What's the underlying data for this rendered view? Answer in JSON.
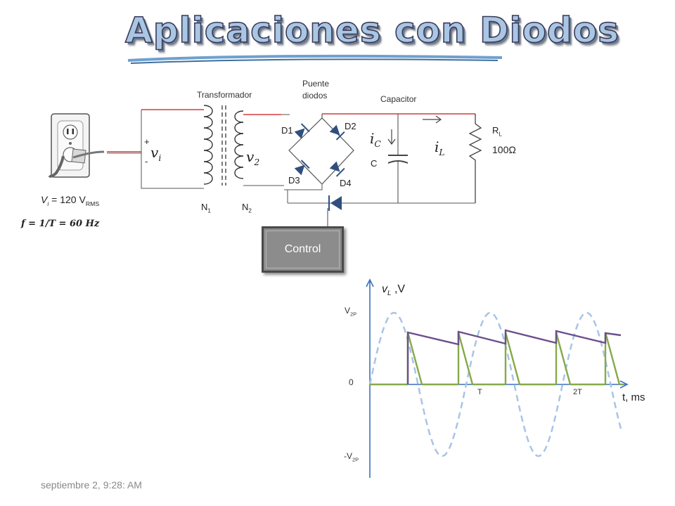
{
  "title": "Aplicaciones con Diodos",
  "circuit": {
    "transformer_label": "Transformador",
    "bridge_label_line1": "Puente",
    "bridge_label_line2": "diodos",
    "capacitor_label": "Capacitor",
    "plus": "+",
    "minus": "-",
    "vi": "v",
    "vi_sub": "i",
    "v2": "v",
    "v2_sub": "2",
    "n1": "N",
    "n1_sub": "1",
    "n2": "N",
    "n2_sub": "2",
    "d1": "D1",
    "d2": "D2",
    "d3": "D3",
    "d4": "D4",
    "ic": "i",
    "ic_sub": "C",
    "il": "i",
    "il_sub": "L",
    "c": "C",
    "rl": "R",
    "rl_sub": "L",
    "rl_value": "100Ω",
    "source_v": "V",
    "source_v_sub": "i",
    "source_eq": " = 120 V",
    "source_rms": "RMS",
    "freq_formula": "f = 1/T = 60 Hz",
    "control_label": "Control"
  },
  "graph": {
    "ylabel_var": "v",
    "ylabel_sub": "L",
    "ylabel_unit": " ,V",
    "v2p": "V",
    "v2p_sub": "2P",
    "zero": "0",
    "neg_v2p": "-V",
    "neg_v2p_sub": "2P",
    "t_tick": "T",
    "two_t_tick": "2T",
    "xlabel": "t, ms",
    "colors": {
      "sine": "#a9c4e6",
      "envelope": "#6b4f8c",
      "rectified": "#86a94a",
      "axis": "#3b6fc0"
    }
  },
  "footer": {
    "date": "septiembre 2, 9:28: AM"
  }
}
